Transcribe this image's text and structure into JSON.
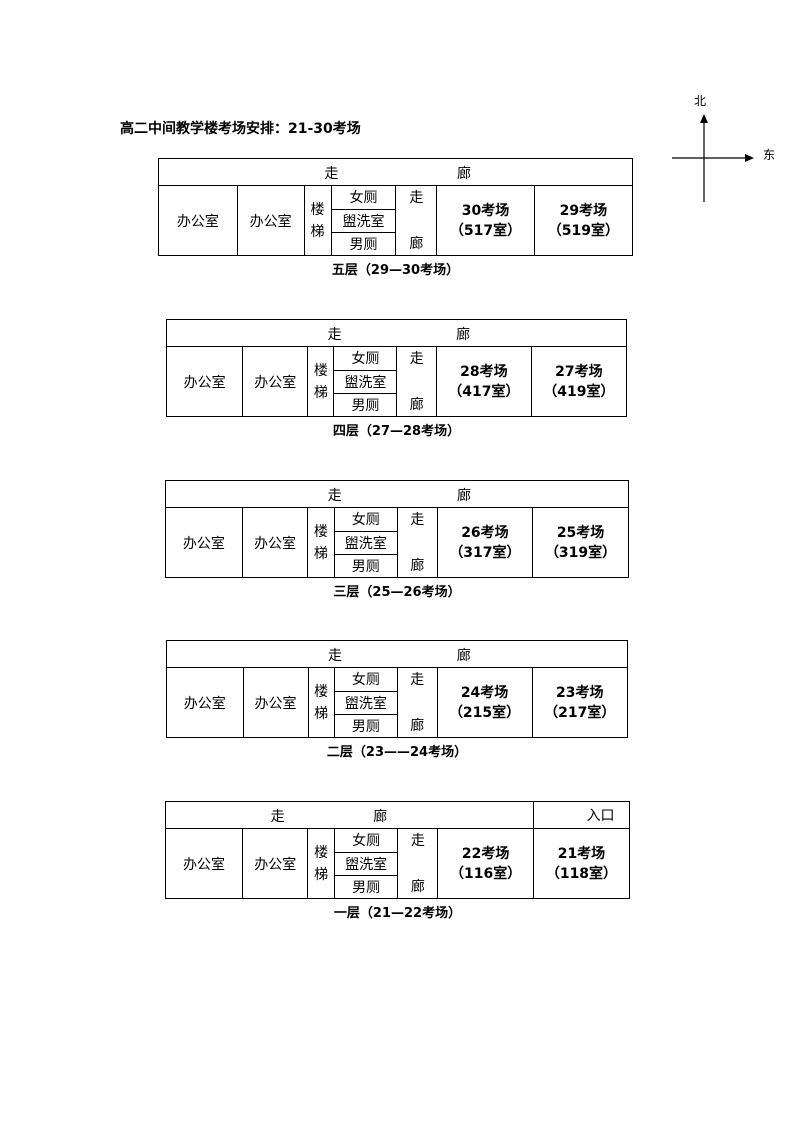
{
  "title": "高二中间教学楼考场安排：21-30考场",
  "compass": {
    "north": "北",
    "east": "东"
  },
  "labels": {
    "corridor_1": "走",
    "corridor_2": "廊",
    "office": "办公室",
    "stair_1": "楼",
    "stair_2": "梯",
    "women": "女厕",
    "washroom": "盥洗室",
    "men": "男厕",
    "entrance": "入口"
  },
  "floors": [
    {
      "caption": "五层（29—30考场）",
      "rooms": [
        {
          "name": "30考场",
          "room": "（517室）"
        },
        {
          "name": "29考场",
          "room": "（519室）"
        }
      ]
    },
    {
      "caption": "四层（27—28考场）",
      "rooms": [
        {
          "name": "28考场",
          "room": "（417室）"
        },
        {
          "name": "27考场",
          "room": "（419室）"
        }
      ]
    },
    {
      "caption": "三层（25—26考场）",
      "rooms": [
        {
          "name": "26考场",
          "room": "（317室）"
        },
        {
          "name": "25考场",
          "room": "（319室）"
        }
      ]
    },
    {
      "caption": "二层（23——24考场）",
      "rooms": [
        {
          "name": "24考场",
          "room": "（215室）"
        },
        {
          "name": "23考场",
          "room": "（217室）"
        }
      ]
    },
    {
      "caption": "一层（21—22考场）",
      "rooms": [
        {
          "name": "22考场",
          "room": "（116室）"
        },
        {
          "name": "21考场",
          "room": "（118室）"
        }
      ]
    }
  ]
}
